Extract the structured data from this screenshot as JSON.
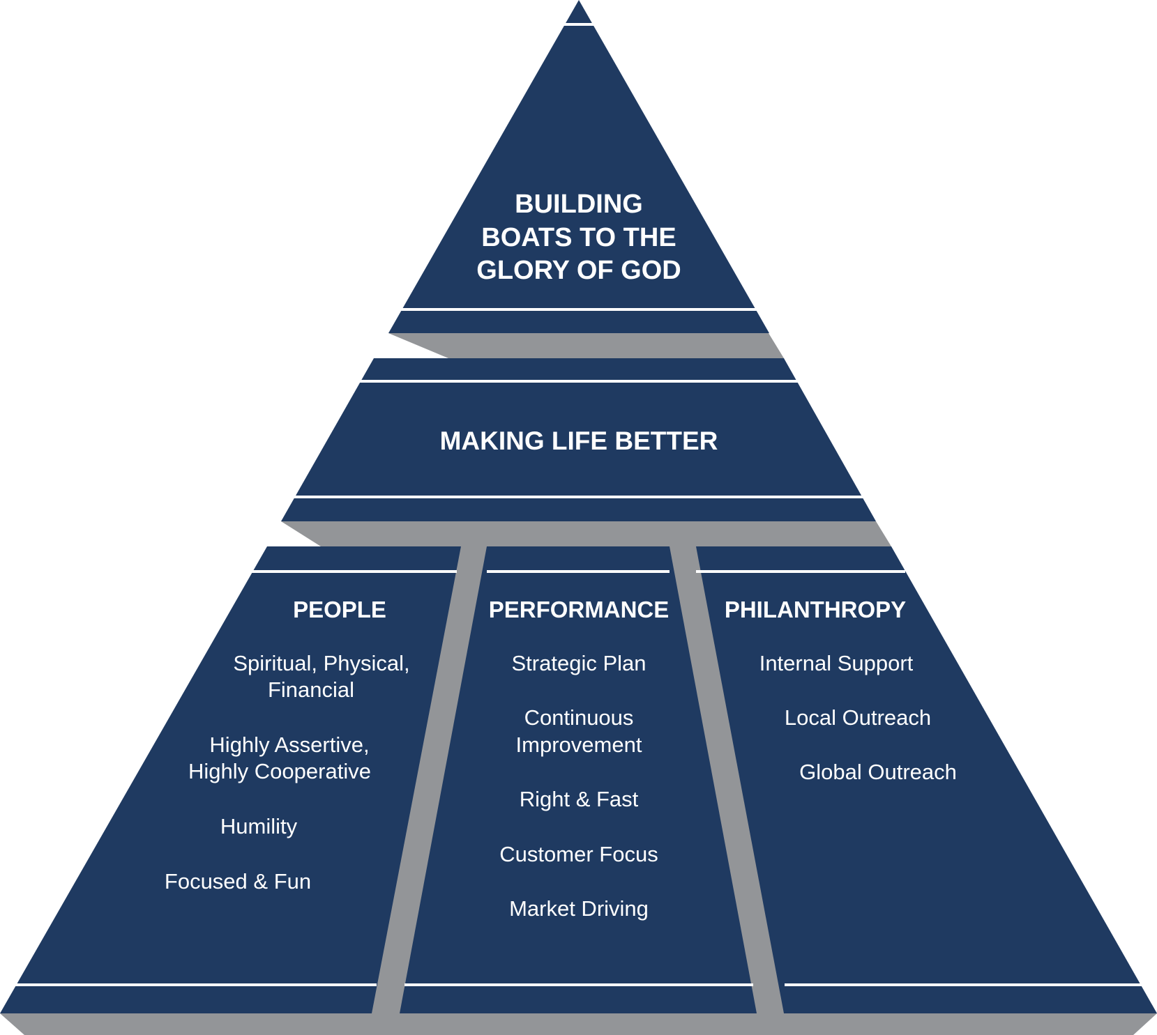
{
  "colors": {
    "navy": "#1f3a61",
    "gray": "#939598",
    "line": "#ffffff"
  },
  "top": {
    "line1": "BUILDING",
    "line2": "BOATS TO THE",
    "line3": "GLORY OF GOD"
  },
  "middle": {
    "title": "MAKING LIFE BETTER"
  },
  "people": {
    "title": "PEOPLE",
    "items": [
      {
        "lines": [
          "Spiritual, Physical,",
          "Financial"
        ]
      },
      {
        "lines": [
          "Highly Assertive,",
          "Highly Cooperative"
        ]
      },
      {
        "lines": [
          "Humility"
        ]
      },
      {
        "lines": [
          "Focused & Fun"
        ]
      }
    ]
  },
  "performance": {
    "title": "PERFORMANCE",
    "items": [
      {
        "lines": [
          "Strategic Plan"
        ]
      },
      {
        "lines": [
          "Continuous",
          "Improvement"
        ]
      },
      {
        "lines": [
          "Right & Fast"
        ]
      },
      {
        "lines": [
          "Customer Focus"
        ]
      },
      {
        "lines": [
          "Market Driving"
        ]
      }
    ]
  },
  "philanthropy": {
    "title": "PHILANTHROPY",
    "items": [
      {
        "lines": [
          "Internal Support"
        ]
      },
      {
        "lines": [
          "Local Outreach"
        ]
      },
      {
        "lines": [
          "Global Outreach"
        ]
      }
    ]
  }
}
